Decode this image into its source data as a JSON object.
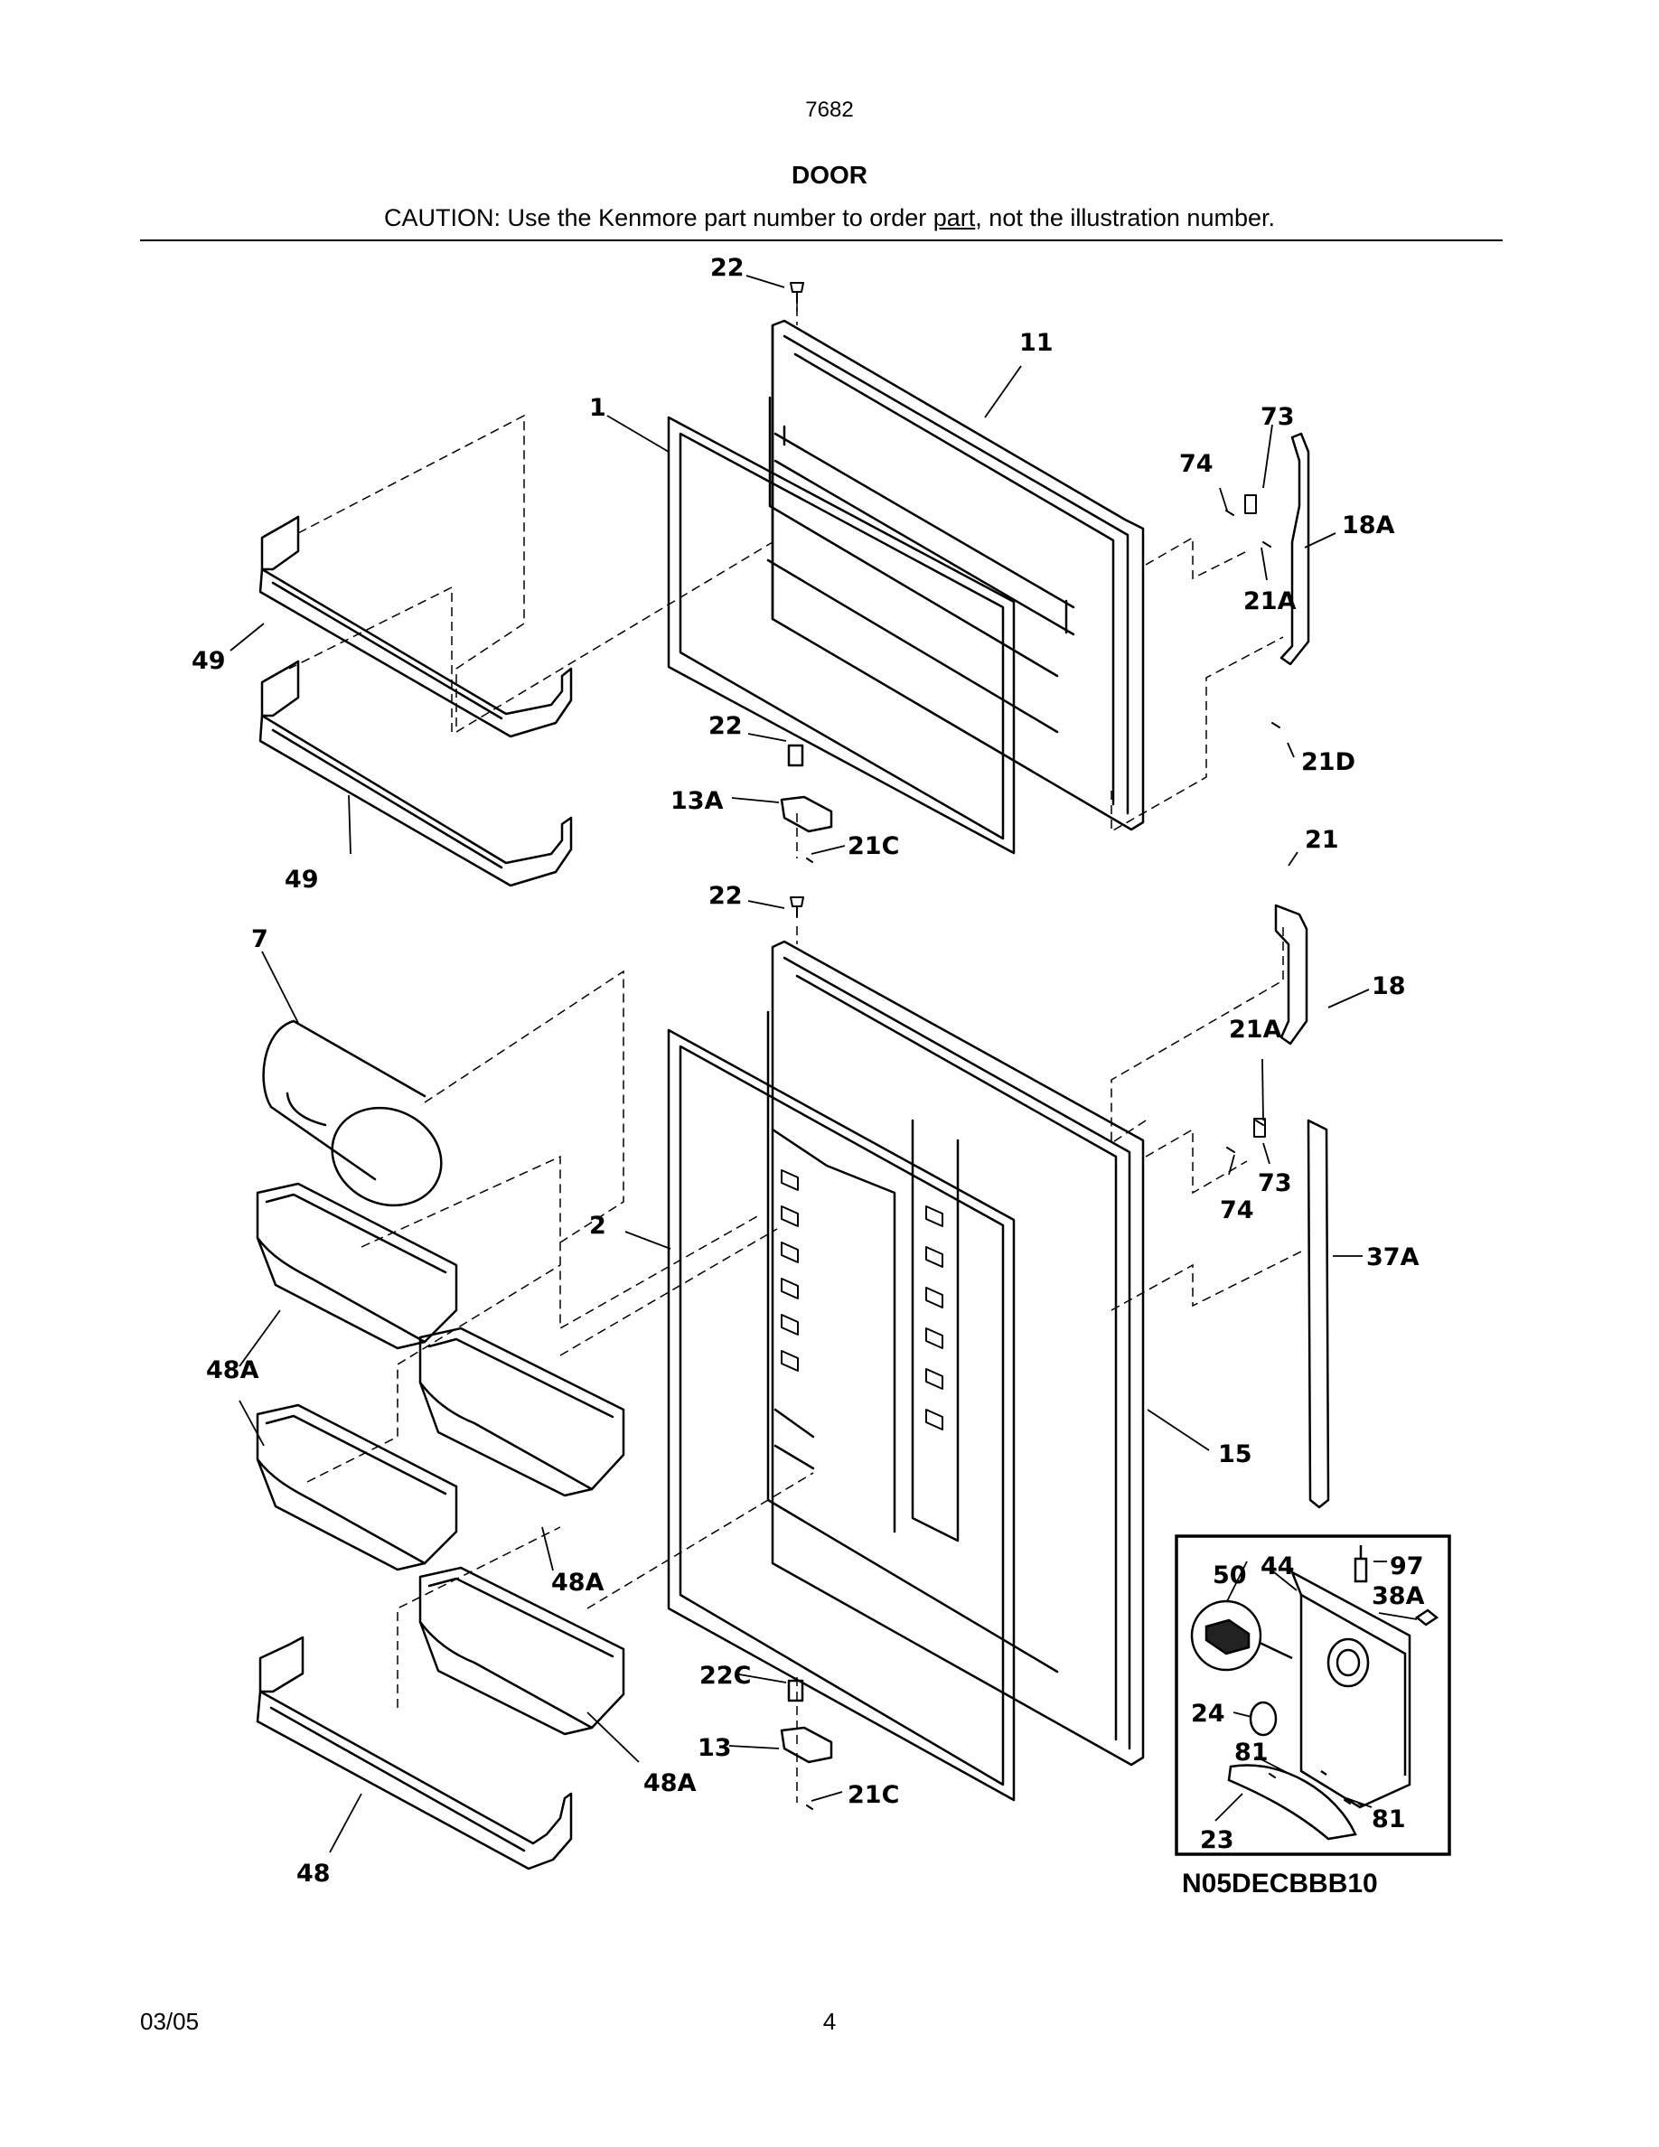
{
  "header": {
    "model": "7682",
    "title": "DOOR",
    "caution_prefix": "CAUTION: Use the Kenmore part number to order ",
    "caution_underlined": "part",
    "caution_suffix": ", not the illustration number."
  },
  "callouts": [
    "22",
    "11",
    "1",
    "73",
    "74",
    "18A",
    "21A",
    "49",
    "22",
    "21D",
    "13A",
    "21C",
    "49",
    "21",
    "22",
    "7",
    "18",
    "21A",
    "73",
    "74",
    "2",
    "37A",
    "48A",
    "15",
    "50",
    "44",
    "97",
    "38A",
    "48A",
    "24",
    "81",
    "22C",
    "13",
    "21C",
    "48A",
    "81",
    "23",
    "48"
  ],
  "diagram_code": "N05DECBBB10",
  "footer": {
    "date": "03/05",
    "page": "4"
  }
}
